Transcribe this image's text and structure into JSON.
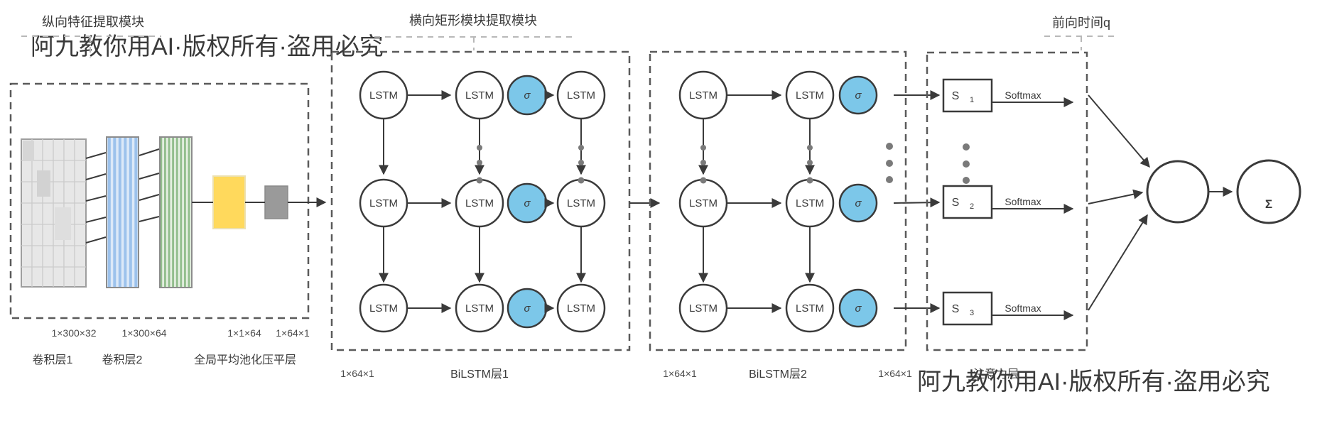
{
  "watermark": {
    "text": "阿九教你用AI·版权所有·盗用必究"
  },
  "cnn_module": {
    "title": "纵向特征提取模块",
    "conv1_label": "卷积层1",
    "conv2_label": "卷积层2",
    "pool_label": "全局平均池化压平层",
    "dim1": "1×300×32",
    "dim2": "1×300×64",
    "dim3": "1×1×64",
    "dim4": "1×64×1"
  },
  "bilstm_module": {
    "title": "横向矩形模块提取模块",
    "lstm": "LSTM",
    "sigma": "σ",
    "block1_name": "BiLSTM层1",
    "block1_dim": "1×64×1",
    "block2_name": "BiLSTM层2",
    "block2_dim_left": "1×64×1",
    "block2_dim_right": "1×64×1"
  },
  "attention_module": {
    "title": "前向时间q",
    "name": "注意力层",
    "s": "S",
    "sub1": "1",
    "sub2": "2",
    "sub3": "3",
    "softmax": "Softmax"
  },
  "output": {
    "sigma_sum": "Σ"
  },
  "colors": {
    "sigma_fill": "#7cc7e9",
    "stripe_blue": "#9cc2ec",
    "stripe_blue_bg": "#dce9f8",
    "stripe_green": "#92be8d",
    "stripe_green_bg": "#e9f2e6",
    "pool_yellow": "#ffd95c",
    "flatten_gray": "#9a9a9a",
    "watermark": "#e2e2e2"
  }
}
